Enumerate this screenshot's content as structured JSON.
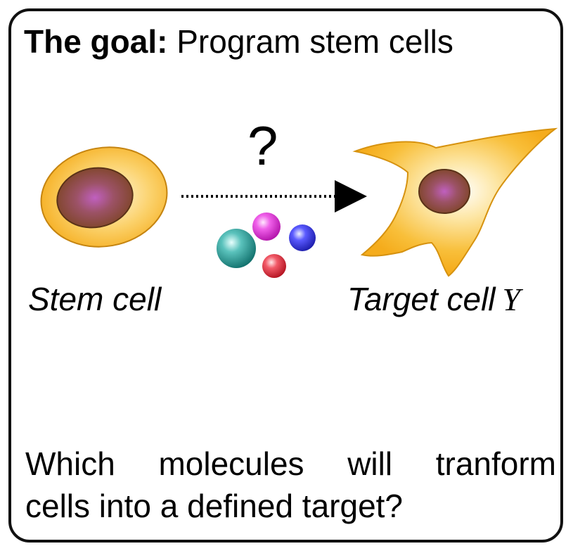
{
  "title": {
    "bold": "The goal:",
    "rest": "Program stem cells"
  },
  "question_mark": "?",
  "labels": {
    "stem": "Stem cell",
    "target": "Target cell",
    "target_var": "Y"
  },
  "question": {
    "line1": "Which molecules will tranform",
    "line2": "cells into a defined target?"
  },
  "colors": {
    "cell_outer": "#f5ac1c",
    "cell_glow": "#fff6d8",
    "nucleus": "#8a4a2a",
    "nucleus_center": "#c060c0",
    "molecule_teal": "#1a8a86",
    "molecule_magenta": "#e020d8",
    "molecule_blue": "#2a2ae0",
    "molecule_red": "#e02a3a"
  },
  "icons": {
    "arrow": "dotted-arrow-right",
    "molecules": "molecule-spheres"
  }
}
